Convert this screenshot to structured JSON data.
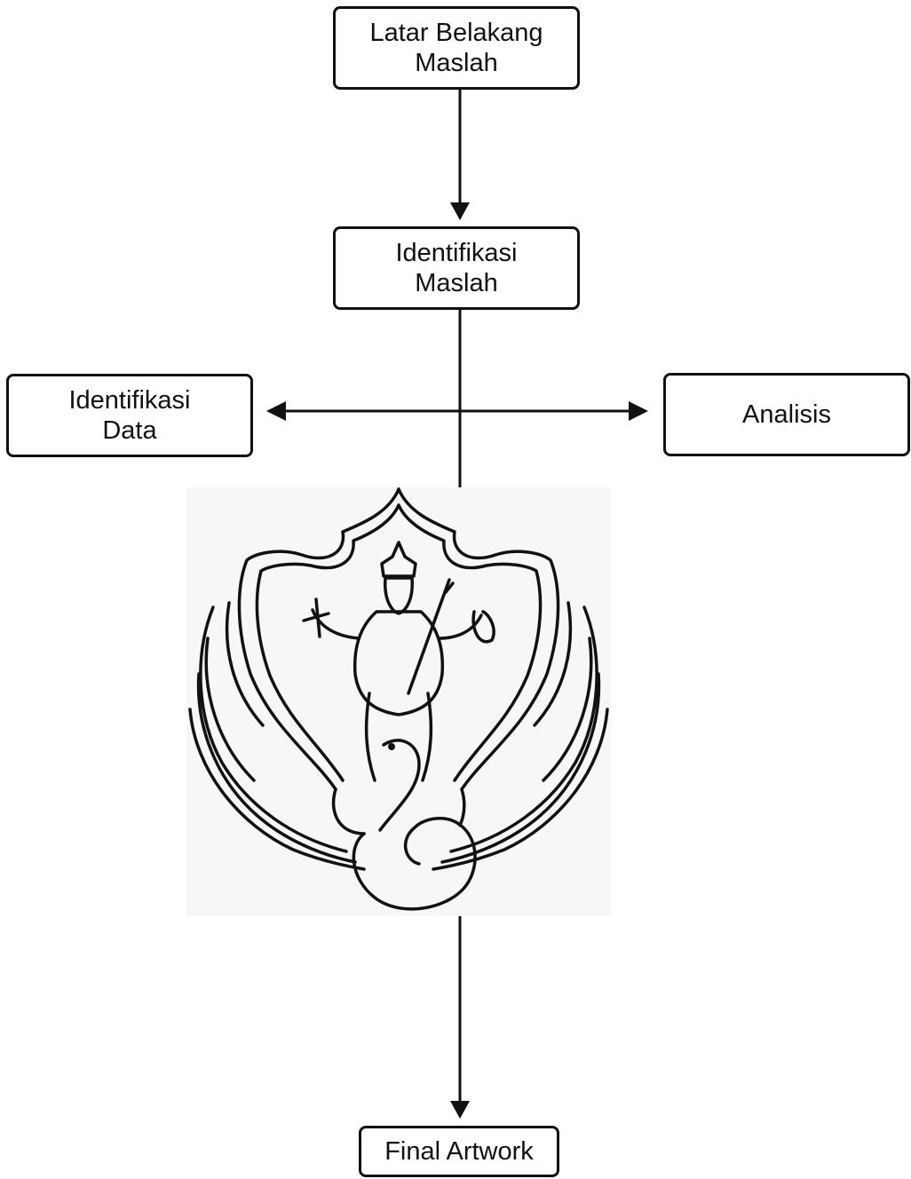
{
  "nodes": {
    "latar_belakang": {
      "lines": [
        "Latar Belakang",
        "Maslah"
      ]
    },
    "identifikasi_masalah": {
      "lines": [
        "Identifikasi",
        "Maslah"
      ]
    },
    "identifikasi_data": {
      "lines": [
        "Identifikasi",
        "Data"
      ]
    },
    "analisis": {
      "lines": [
        "Analisis"
      ]
    },
    "final_artwork": {
      "lines": [
        "Final Artwork"
      ]
    }
  },
  "edges": [
    {
      "from": "latar_belakang",
      "to": "identifikasi_masalah",
      "arrow": "end"
    },
    {
      "from": "identifikasi_masalah",
      "to": "final_artwork",
      "arrow": "end"
    },
    {
      "from": "identifikasi_data",
      "to": "analisis",
      "arrow": "both"
    }
  ],
  "emblem": {
    "icon": "saraswati-swan-emblem-icon",
    "panel_color": "#f7f7f7"
  },
  "colors": {
    "stroke": "#111111",
    "background": "#ffffff"
  }
}
